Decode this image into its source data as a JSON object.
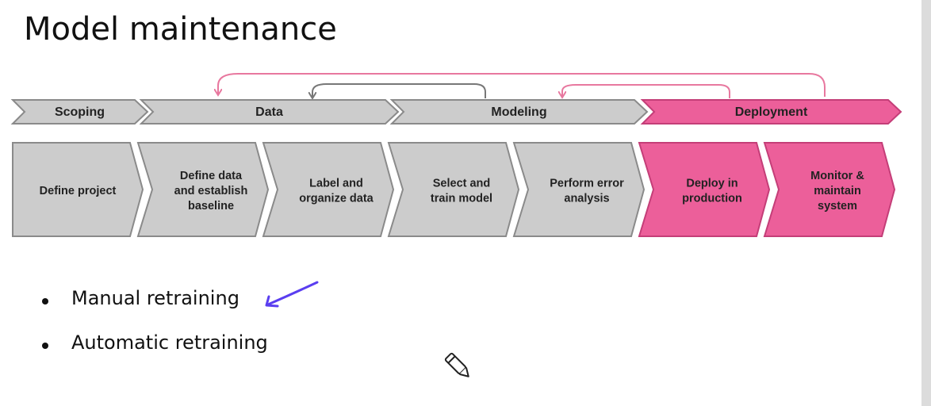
{
  "title": "Model maintenance",
  "phases": [
    {
      "label": "Scoping",
      "highlight": false
    },
    {
      "label": "Data",
      "highlight": false
    },
    {
      "label": "Modeling",
      "highlight": false
    },
    {
      "label": "Deployment",
      "highlight": true
    }
  ],
  "steps": [
    {
      "lines": [
        "Define project"
      ],
      "highlight": false
    },
    {
      "lines": [
        "Define data",
        "and establish",
        "baseline"
      ],
      "highlight": false
    },
    {
      "lines": [
        "Label and",
        "organize data"
      ],
      "highlight": false
    },
    {
      "lines": [
        "Select and",
        "train model"
      ],
      "highlight": false
    },
    {
      "lines": [
        "Perform error",
        "analysis"
      ],
      "highlight": false
    },
    {
      "lines": [
        "Deploy in",
        "production"
      ],
      "highlight": true
    },
    {
      "lines": [
        "Monitor &",
        "maintain",
        "system"
      ],
      "highlight": true
    }
  ],
  "bullets": [
    "Manual retraining",
    "Automatic retraining"
  ],
  "colors": {
    "gray_fill": "#cccccc",
    "gray_stroke": "#8a8a8a",
    "pink_fill": "#ec5f9a",
    "pink_stroke": "#c43e78",
    "loop_pink": "#e8789f",
    "loop_gray": "#777777",
    "annotation": "#5a3ef0"
  },
  "icons": [
    "arrow-annotation-icon",
    "pencil-icon"
  ]
}
